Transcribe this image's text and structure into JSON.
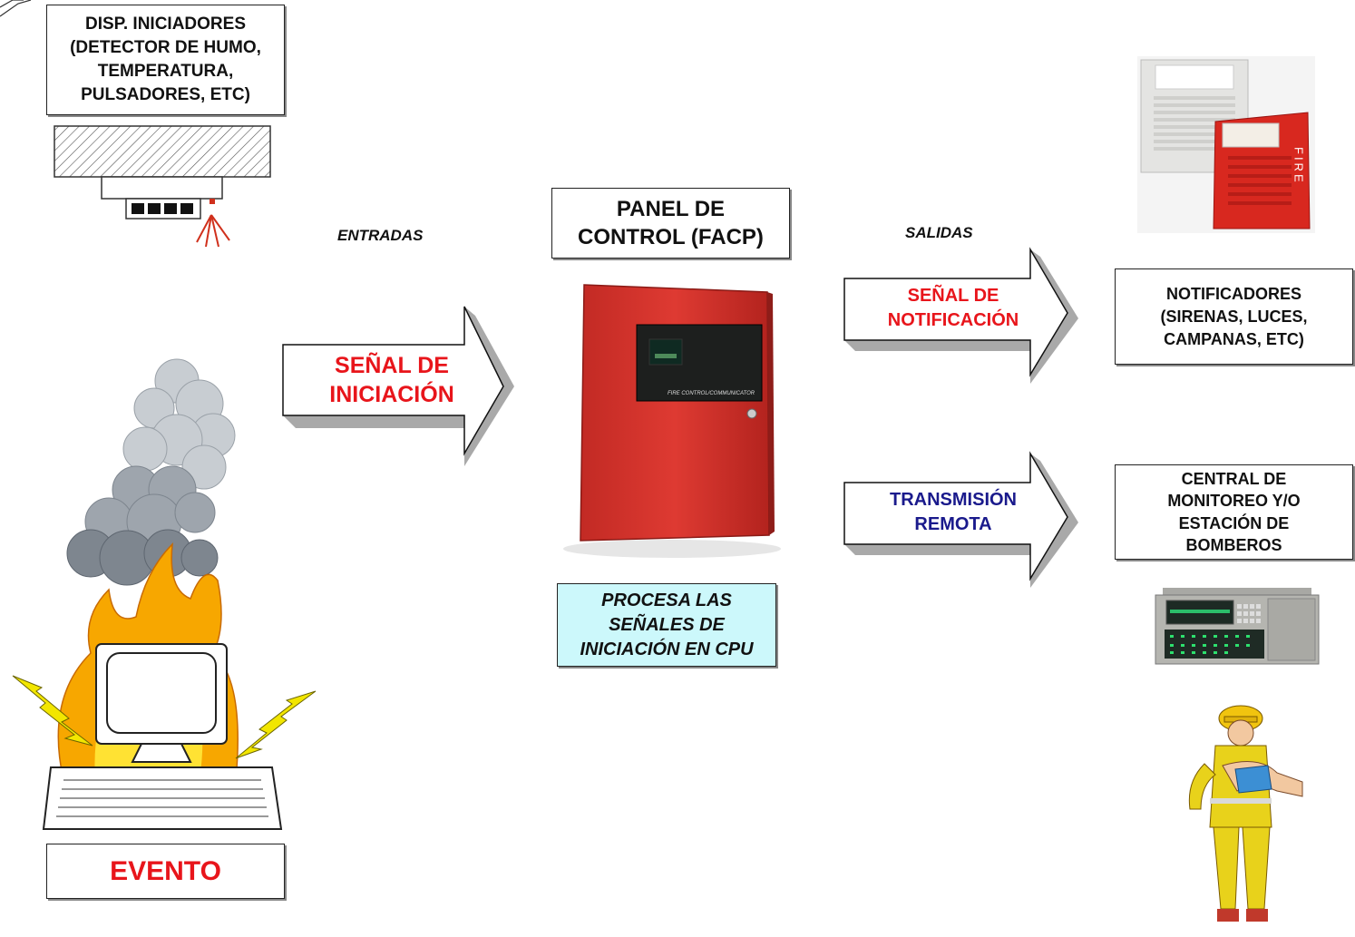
{
  "initiators_box": "DISP. INICIADORES\n(DETECTOR DE HUMO,\nTEMPERATURA,\nPULSADORES, ETC)",
  "inputs_label": "ENTRADAS",
  "outputs_label": "SALIDAS",
  "initiation_signal": "SEÑAL DE\nINICIACIÓN",
  "panel_box": "PANEL DE\nCONTROL (FACP)",
  "panel_plate": "FIRE CONTROL/COMMUNICATOR",
  "process_box": "PROCESA LAS\nSEÑALES  DE\nINICIACIÓN EN CPU",
  "notification_signal": "SEÑAL DE\nNOTIFICACIÓN",
  "remote_transmission": "TRANSMISIÓN\nREMOTA",
  "notifiers_box": "NOTIFICADORES\n(SIRENAS, LUCES,\nCAMPANAS, ETC)",
  "monitoring_box": "CENTRAL DE\nMONITOREO Y/O\nESTACIÓN DE\nBOMBEROS",
  "event_box": "EVENTO",
  "horn_text": "FIRE",
  "colors": {
    "red_text": "#e8151b",
    "blue_text": "#1a1a8c",
    "panel_red": "#d8332c",
    "process_fill": "#ccf8fb",
    "arrow_side": "#9a9a9a"
  }
}
